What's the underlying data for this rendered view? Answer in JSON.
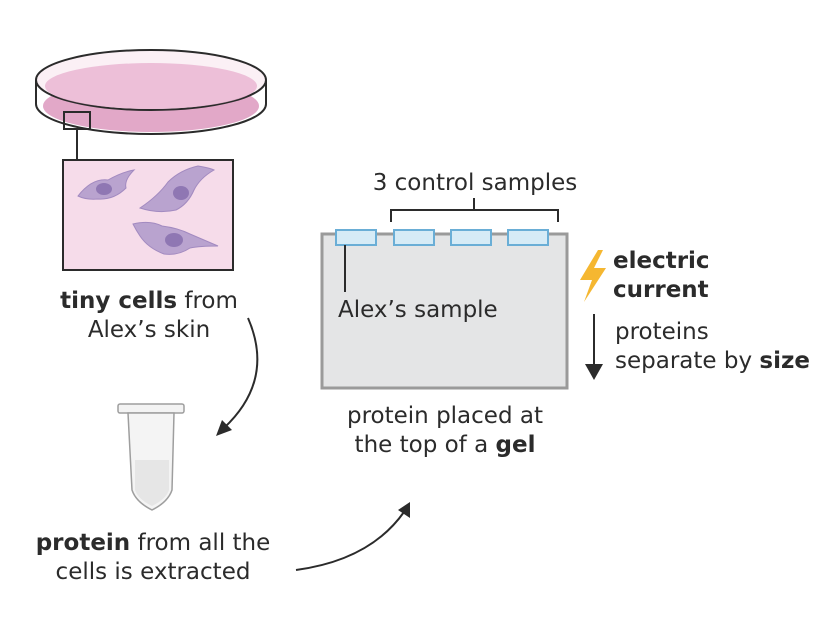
{
  "cells_caption": {
    "line1_bold": "tiny cells",
    "line1_rest": " from",
    "line2": "Alex’s skin"
  },
  "protein_caption": {
    "line1_bold": "protein",
    "line1_rest": " from all the",
    "line2": "cells is extracted"
  },
  "gel_caption": {
    "line1": "protein placed at",
    "line2_pre": "the top of a ",
    "line2_bold": "gel"
  },
  "control_samples_label": "3 control samples",
  "alex_sample_label": "Alex’s sample",
  "electric_current": {
    "line1": "electric",
    "line2": "current"
  },
  "separation_label": {
    "line1": "proteins",
    "line2_pre": "separate by ",
    "line2_bold": "size"
  },
  "colors": {
    "cell_fill": "#b9a3cf",
    "cell_nucleus": "#8f77b3",
    "tissue_bg": "#f6dcea",
    "dish_liquid": "#e2a8c8",
    "gel": "#e4e5e6",
    "well": "#d6ebf6",
    "well_border": "#6aaed6",
    "bolt": "#f5b731",
    "outline": "#2b2b2b"
  },
  "icons": [
    "petri-dish-icon",
    "magnified-cells-icon",
    "microtube-icon",
    "lightning-bolt-icon",
    "down-arrow-icon"
  ]
}
